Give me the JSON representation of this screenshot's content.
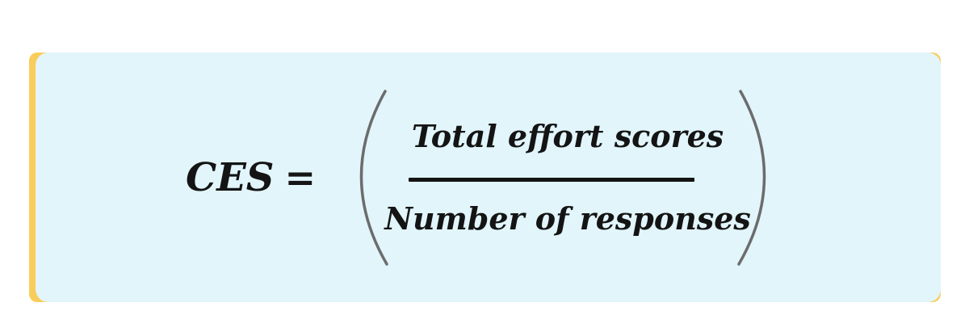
{
  "page": {
    "background": "#ffffff"
  },
  "card": {
    "accent_color": "#f9cd5c",
    "background": "#e1f5fb",
    "text_color": "#141414",
    "paren_color": "#6c6c6c"
  },
  "formula": {
    "lhs": "CES",
    "equals": "=",
    "numerator": "Total effort scores",
    "denominator": "Number of responses"
  }
}
